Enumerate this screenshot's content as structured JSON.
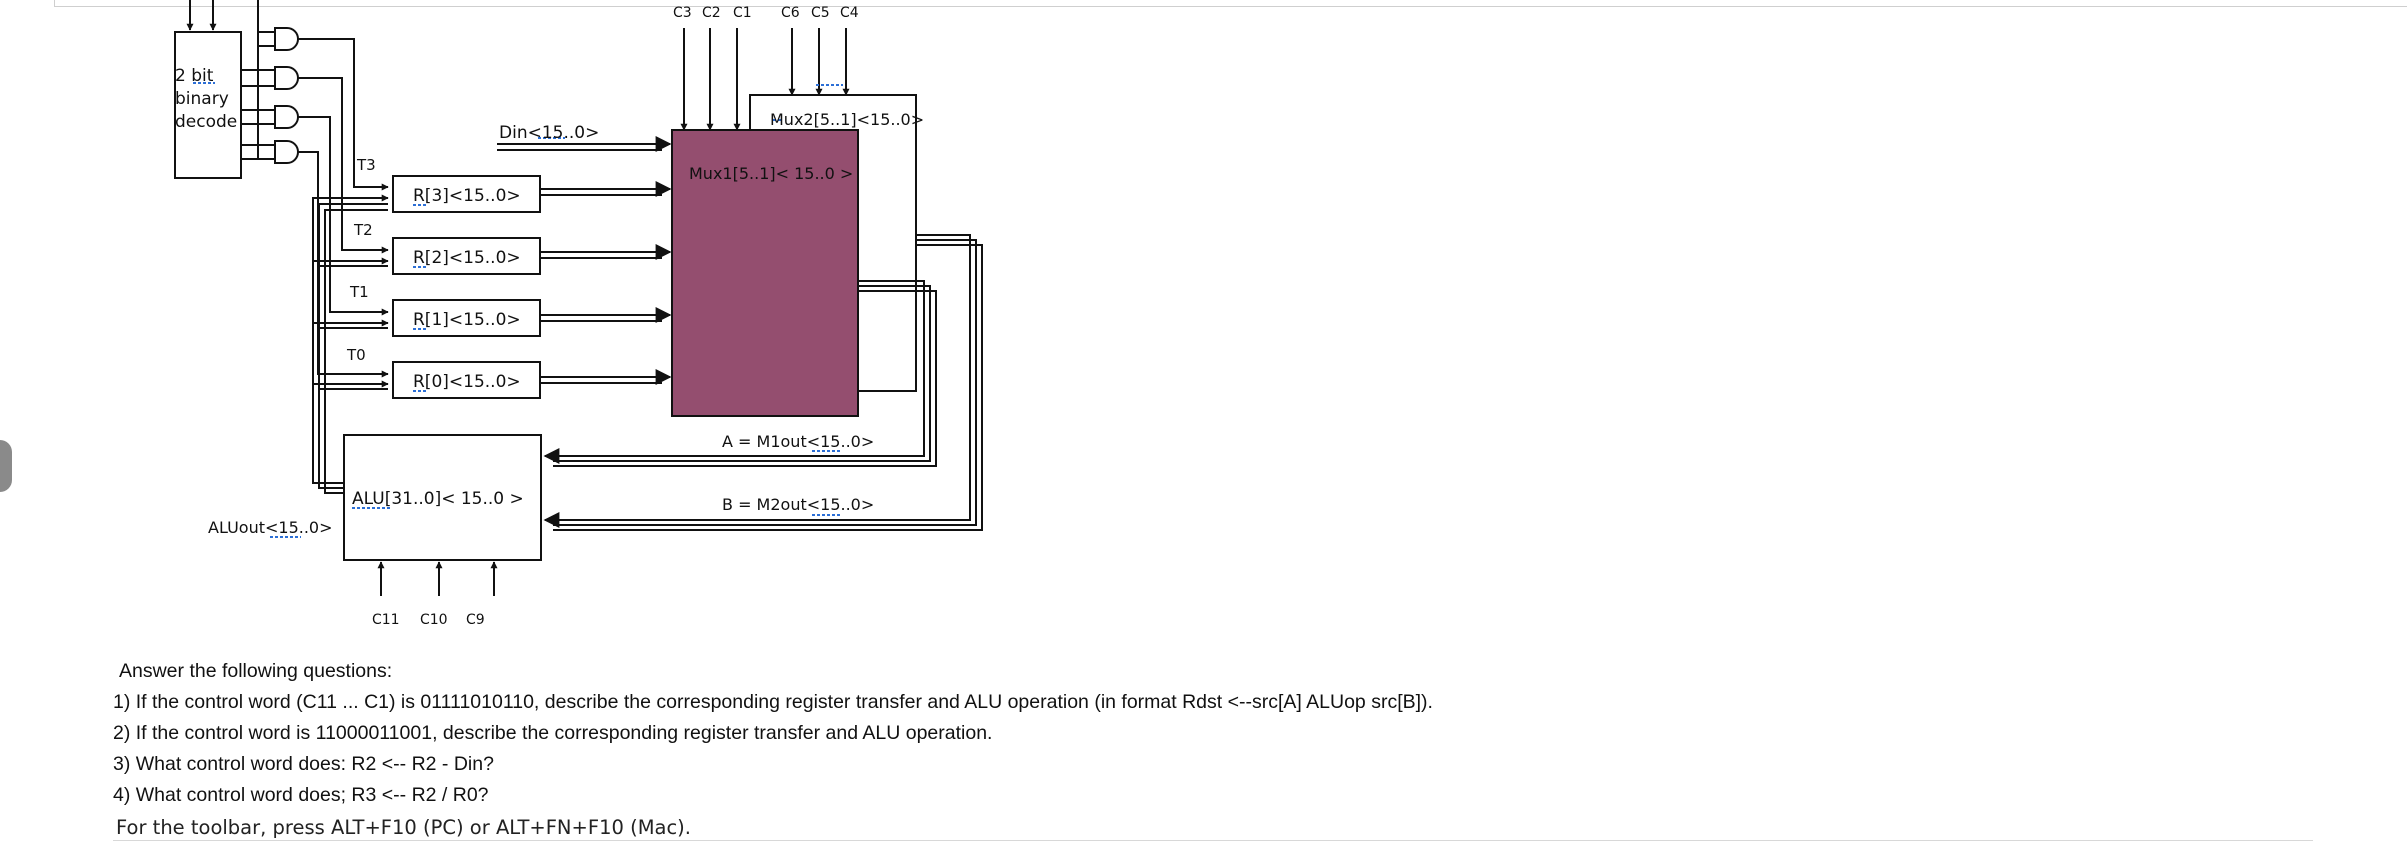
{
  "diagram": {
    "decoder_label_lines": [
      "2 bit",
      "binary",
      "decode"
    ],
    "din_label": "Din<15..0>",
    "register_tags": [
      "T3",
      "T2",
      "T1",
      "T0"
    ],
    "registers": [
      "R[3]<15..0>",
      "R[2]<15..0>",
      "R[1]<15..0>",
      "R[0]<15..0>"
    ],
    "mux1_label": "Mux1[5..1]< 15..0 >",
    "mux2_label": "Mux2[5..1]<15..0>",
    "mux1_controls": [
      "C3",
      "C2",
      "C1"
    ],
    "mux2_controls": [
      "C6",
      "C5",
      "C4"
    ],
    "bus_a_label": "A = M1out<15..0>",
    "bus_b_label": "B = M2out<15..0>",
    "alu_label": "ALU[31..0]< 15..0 >",
    "alu_out_label": "ALUout<15..0>",
    "alu_controls": [
      "C11",
      "C10",
      "C9"
    ],
    "colors": {
      "mux1_fill": "#944e6f",
      "line": "#111111",
      "spell_underline": "#2c6fd6"
    }
  },
  "questions": {
    "intro": "Answer the following questions:",
    "items": [
      "1) If the control word (C11 ... C1) is 01111010110, describe the corresponding register transfer and ALU operation (in format Rdst <--src[A] ALUop src[B]).",
      "2) If the control word is 11000011001, describe the corresponding register transfer and ALU operation.",
      "3) What control word does: R2 <-- R2 - Din?",
      "4) What control word does; R3 <-- R2 / R0?"
    ]
  },
  "toolbar_hint": "For the toolbar, press ALT+F10 (PC) or ALT+FN+F10 (Mac)."
}
